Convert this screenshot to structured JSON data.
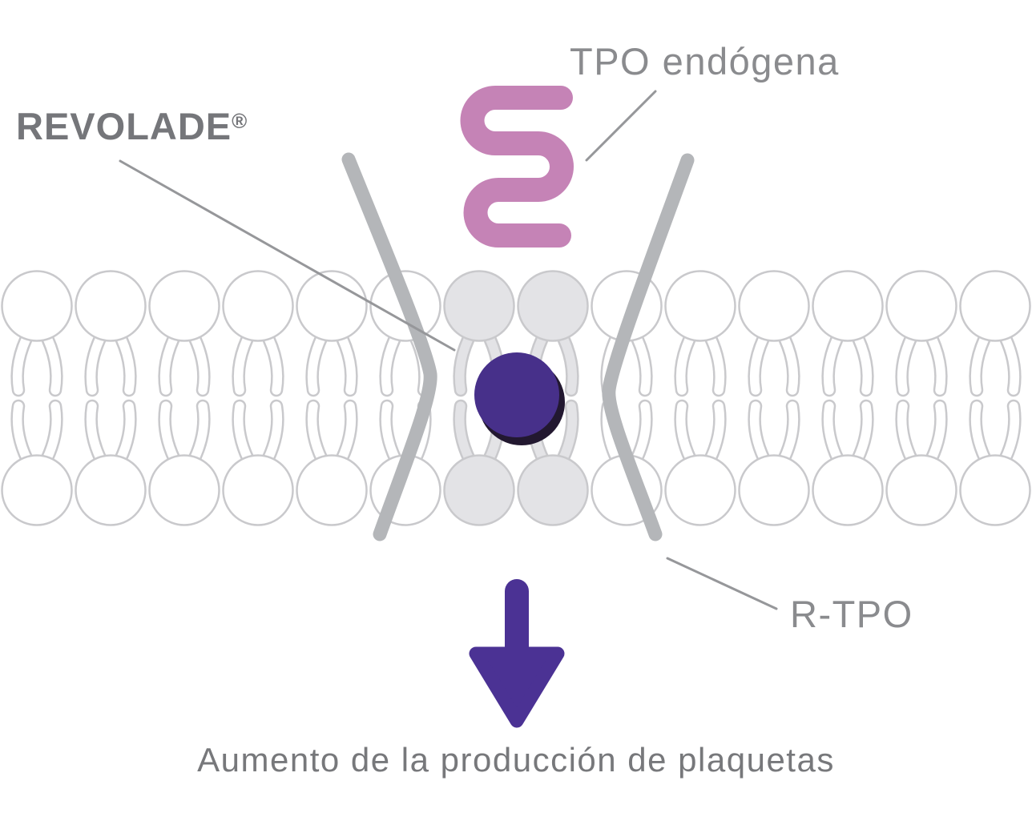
{
  "labels": {
    "drug_name": "REVOLADE",
    "registered_mark": "®",
    "endogenous_tpo": "TPO endógena",
    "tpo_receptor": "R-TPO",
    "caption": "Aumento de la producción de plaquetas"
  },
  "diagram": {
    "membrane_columns": 14,
    "highlighted_receptor_columns": [
      6,
      7
    ],
    "icons": [
      "tpo-molecule-icon",
      "revolade-molecule-icon",
      "tpo-receptor-left-arm",
      "tpo-receptor-right-arm",
      "platelet-increase-arrow"
    ]
  },
  "colors": {
    "background": "#ffffff",
    "tpo_pink": "#c583b6",
    "molecule_purple": "#47308a",
    "molecule_shadow": "#221830",
    "arrow_purple": "#4b3294",
    "receptor_gray": "#b4b6b9",
    "leader_line_gray": "#96979a",
    "lipid_fill": "#ffffff",
    "lipid_fill_highlight": "#e3e3e6",
    "lipid_outline": "#c9c9cc",
    "drug_label_gray": "#75767a",
    "label_gray": "#8a8b8e",
    "caption_gray": "#77787b"
  }
}
